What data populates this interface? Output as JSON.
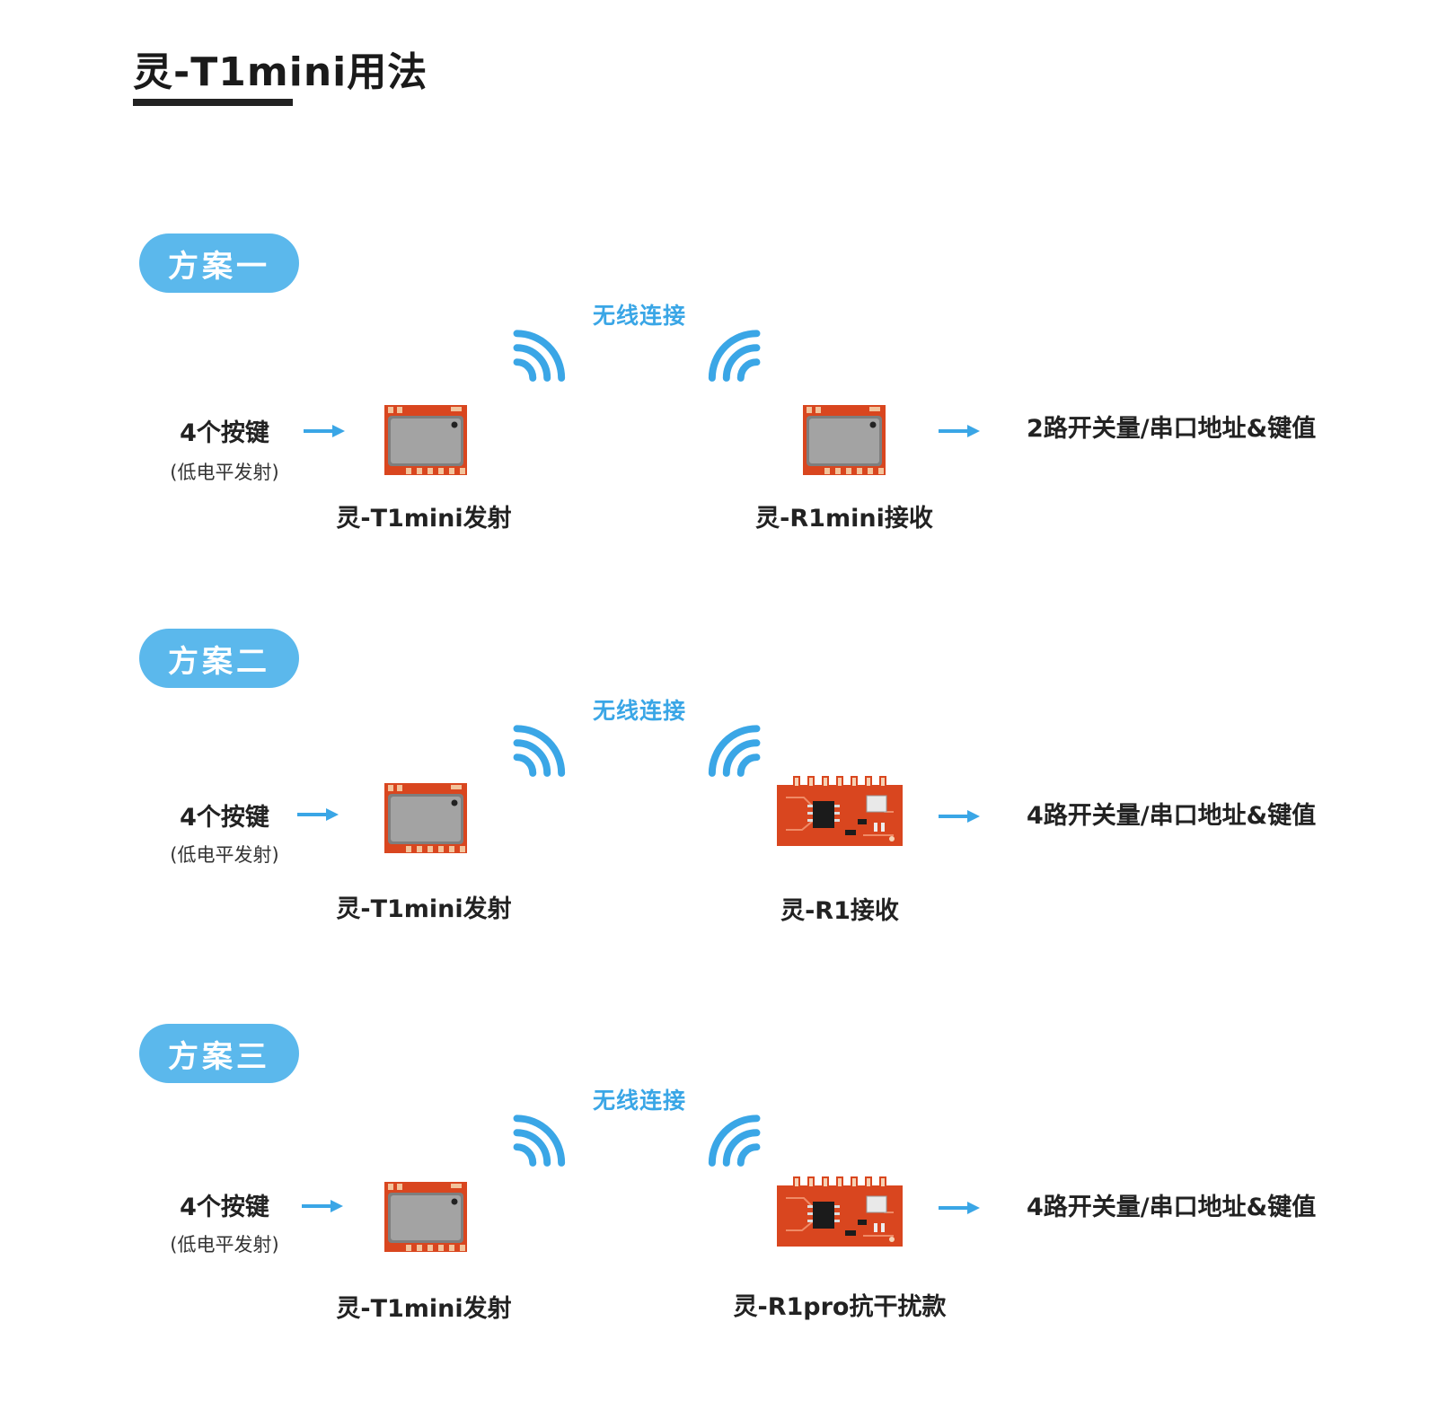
{
  "title": "灵-T1mini用法",
  "schemes": [
    {
      "badge": "方案一",
      "wireless": "无线连接",
      "input_label": "4个按键",
      "input_sub": "(低电平发射)",
      "tx_caption": "灵-T1mini发射",
      "rx_caption": "灵-R1mini接收",
      "rx_module": "mini",
      "output": "2路开关量/串口地址&键值"
    },
    {
      "badge": "方案二",
      "wireless": "无线连接",
      "input_label": "4个按键",
      "input_sub": "(低电平发射)",
      "tx_caption": "灵-T1mini发射",
      "rx_caption": "灵-R1接收",
      "rx_module": "pcb",
      "output": "4路开关量/串口地址&键值"
    },
    {
      "badge": "方案三",
      "wireless": "无线连接",
      "input_label": "4个按键",
      "input_sub": "(低电平发射)",
      "tx_caption": "灵-T1mini发射",
      "rx_caption": "灵-R1pro抗干扰款",
      "rx_module": "pcb",
      "output": "4路开关量/串口地址&键值"
    }
  ],
  "colors": {
    "accent": "#5bb8ec",
    "module_red": "#d9461f",
    "shield_gray": "#8a8a8a"
  }
}
